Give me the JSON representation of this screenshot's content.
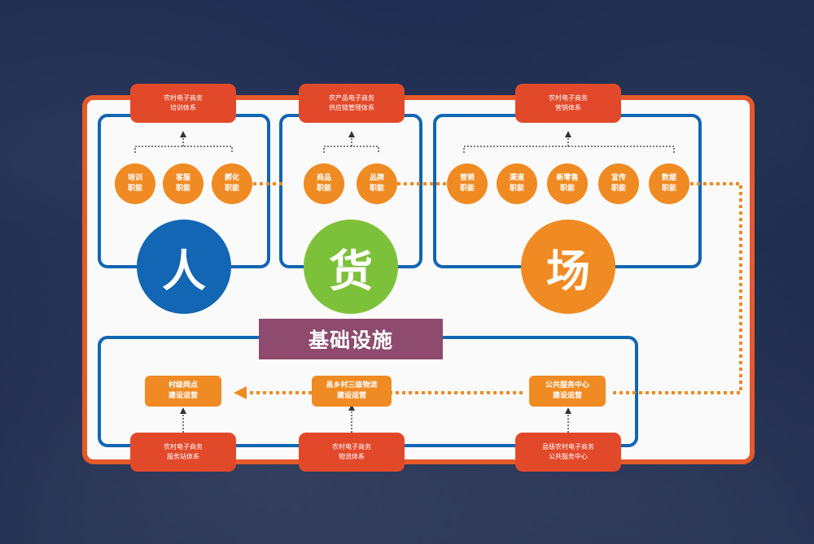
{
  "headers_top": [
    {
      "text": "农村电子商务\n培训体系"
    },
    {
      "text": "农产品电子商务\n供应链管理体系"
    },
    {
      "text": "农村电子商务\n营销体系"
    }
  ],
  "nodes": [
    {
      "text": "培训\n职能"
    },
    {
      "text": "客服\n职能"
    },
    {
      "text": "孵化\n职能"
    },
    {
      "text": "商品\n职能"
    },
    {
      "text": "品牌\n职能"
    },
    {
      "text": "营销\n职能"
    },
    {
      "text": "渠道\n职能"
    },
    {
      "text": "新零售\n职能"
    },
    {
      "text": "宣传\n职能"
    },
    {
      "text": "数据\n职能"
    }
  ],
  "pillars": [
    {
      "char": "人",
      "color": "#1266b3"
    },
    {
      "char": "货",
      "color": "#7dc13a"
    },
    {
      "char": "场",
      "color": "#f08a22"
    }
  ],
  "infra_title": "基础设施",
  "bottom_boxes": [
    {
      "text": "村级网点\n建设运营"
    },
    {
      "text": "县乡村三级物流\n建设运营"
    },
    {
      "text": "公共服务中心\n建设运营"
    }
  ],
  "headers_bottom": [
    {
      "text": "农村电子商务\n服务站体系"
    },
    {
      "text": "农村电子商务\n物流体系"
    },
    {
      "text": "县级农村电子商务\n公共服务中心"
    }
  ],
  "colors": {
    "orange": "#f08a22",
    "red": "#e2492a",
    "blue": "#1266b3",
    "green": "#7dc13a",
    "purple": "#8e4b6d"
  }
}
